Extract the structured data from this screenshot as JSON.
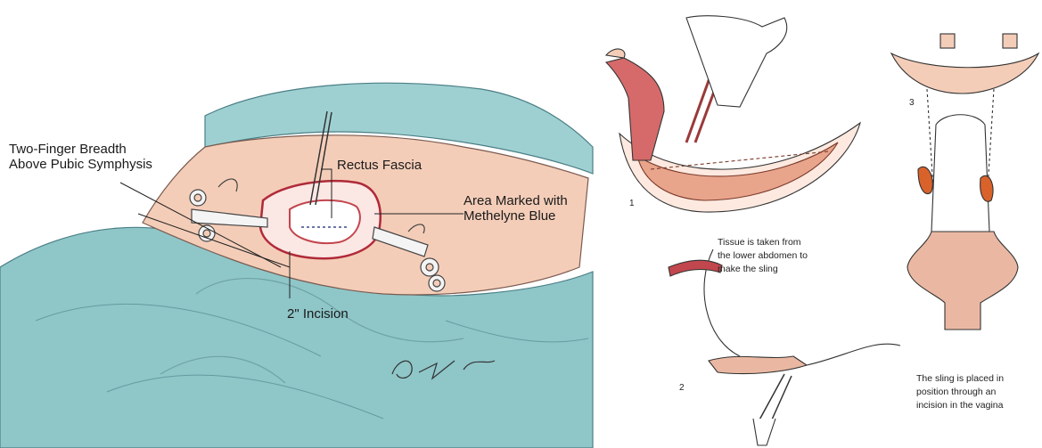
{
  "left_panel": {
    "label_finger_breadth": "Two-Finger Breadth\nAbove Pubic Symphysis",
    "label_rectus_fascia": "Rectus Fascia",
    "label_area_marked": "Area Marked with\nMethelyne Blue",
    "label_incision": "2\" Incision"
  },
  "right_panel": {
    "step1_number": "1",
    "step2_number": "2",
    "step3_number": "3",
    "caption_tissue": "Tissue is taken from\nthe lower abdomen to\nmake the sling",
    "caption_sling": "The sling is placed in\nposition through an\nincision in the vagina"
  },
  "colors": {
    "drape": "#8fc6c8",
    "skin": "#f4cdb8",
    "tissue_red": "#c2464e",
    "retractor": "#f2f2f2",
    "sling": "#eab8a2"
  }
}
